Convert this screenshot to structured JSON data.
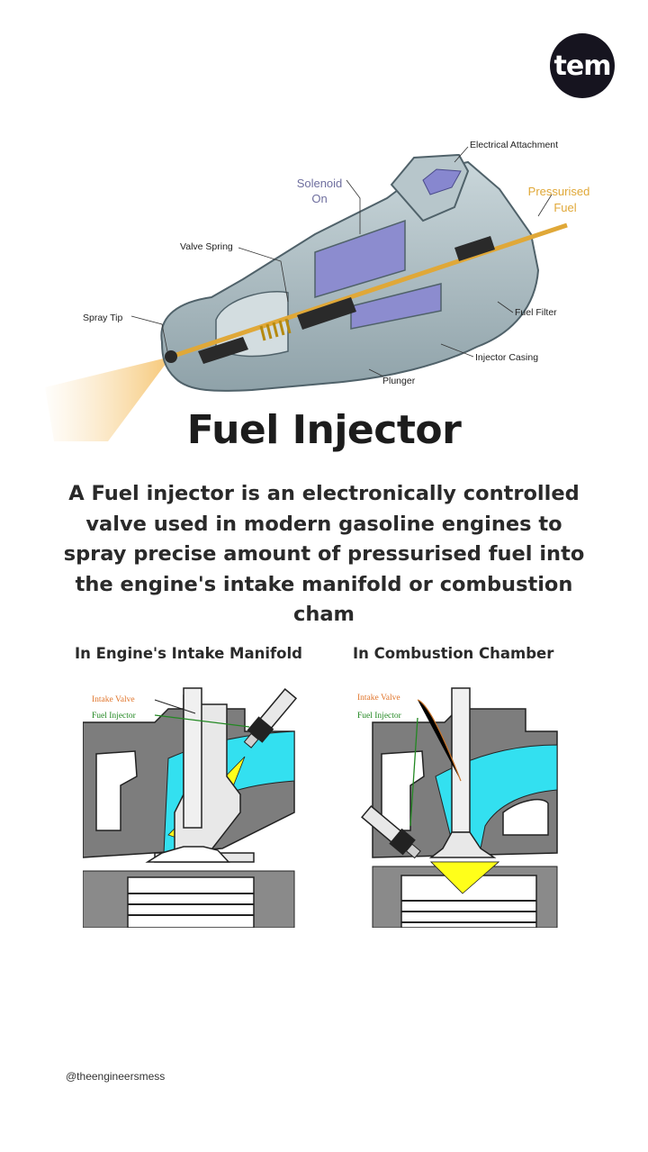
{
  "brand": {
    "logo_text": "tem",
    "handle": "@theengineersmess"
  },
  "injector_labels": {
    "electrical_attachment": "Electrical Attachment",
    "solenoid_line1": "Solenoid",
    "solenoid_line2": "On",
    "pressurised_line1": "Pressurised",
    "pressurised_line2": "Fuel",
    "valve_spring": "Valve Spring",
    "spray_tip": "Spray Tip",
    "fuel_filter": "Fuel Filter",
    "injector_casing": "Injector Casing",
    "plunger": "Plunger"
  },
  "title": "Fuel Injector",
  "description": "A Fuel injector is an electronically controlled valve used in modern gasoline engines to spray precise amount of pressurised fuel into the engine's intake manifold or combustion cham",
  "diagrams": [
    {
      "caption": "In Engine's Intake Manifold",
      "intake_valve_label": "Intake Valve",
      "fuel_injector_label": "Fuel Injector"
    },
    {
      "caption": "In Combustion Chamber",
      "intake_valve_label": "Intake Valve",
      "fuel_injector_label": "Fuel Injector"
    }
  ],
  "colors": {
    "fuel": "#e0a838",
    "solenoid": "#7f7fc9",
    "casing": "#a9b9bf",
    "port": "#33e0f0",
    "spray": "#ffff1a"
  }
}
